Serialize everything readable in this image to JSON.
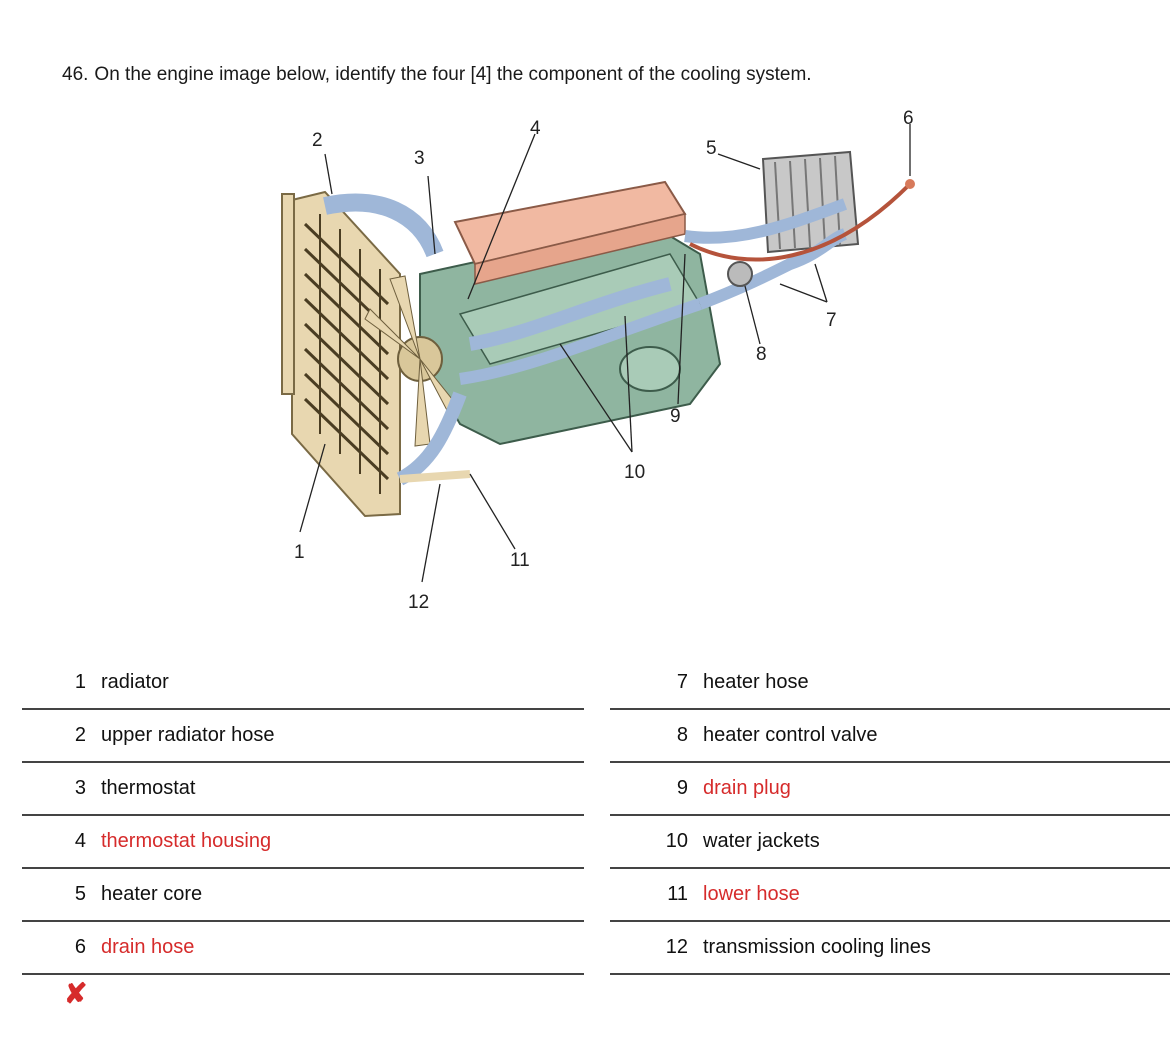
{
  "question": {
    "number": "46.",
    "text": "On the engine image below, identify the four [4] the component of the cooling system."
  },
  "figure_labels": [
    "1",
    "2",
    "3",
    "4",
    "5",
    "6",
    "7",
    "8",
    "9",
    "10",
    "11",
    "12"
  ],
  "answers_left": [
    {
      "num": "1",
      "text": "radiator",
      "status": "given"
    },
    {
      "num": "2",
      "text": "upper radiator hose",
      "status": "given"
    },
    {
      "num": "3",
      "text": "thermostat",
      "status": "given"
    },
    {
      "num": "4",
      "text": "thermostat housing",
      "status": "incorrect"
    },
    {
      "num": "5",
      "text": "heater core",
      "status": "given"
    },
    {
      "num": "6",
      "text": "drain hose",
      "status": "incorrect"
    }
  ],
  "answers_right": [
    {
      "num": "7",
      "text": "heater hose",
      "status": "given"
    },
    {
      "num": "8",
      "text": "heater control valve",
      "status": "given"
    },
    {
      "num": "9",
      "text": "drain plug",
      "status": "incorrect"
    },
    {
      "num": "10",
      "text": "water jackets",
      "status": "given"
    },
    {
      "num": "11",
      "text": "lower hose",
      "status": "incorrect"
    },
    {
      "num": "12",
      "text": "transmission cooling lines",
      "status": "given"
    }
  ],
  "result_mark": "✘",
  "colors": {
    "incorrect": "#d62b2b",
    "text": "#111111"
  }
}
